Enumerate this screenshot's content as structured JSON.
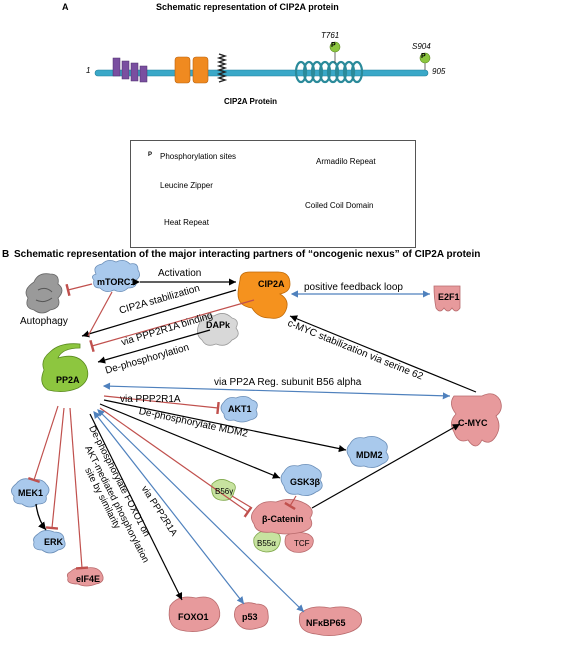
{
  "panel_a": {
    "letter": "A",
    "title": "Schematic representation of CIP2A protein",
    "start": "1",
    "end": "905",
    "site1": "T761",
    "site2": "S904",
    "protein_label": "CIP2A Protein",
    "p_glyph": "P"
  },
  "legend": {
    "phospho": "Phosphorylation sites",
    "armadillo": "Armadilo Repeat",
    "leucine": "Leucine Zipper",
    "coiled": "Coiled Coil Domain",
    "heat": "Heat Repeat"
  },
  "panel_b": {
    "letter": "B",
    "title": "Schematic representation of the major interacting partners of “oncogenic nexus” of CIP2A protein"
  },
  "nodes": {
    "mtorc1": "mTORC1",
    "cip2a": "CIP2A",
    "e2f1": "E2F1",
    "autophagy": "Autophagy",
    "dapk": "DAPk",
    "pp2a": "PP2A",
    "akt1": "AKT1",
    "cmyc": "C-MYC",
    "mdm2": "MDM2",
    "gsk3b": "GSK3β",
    "b56g": "B56γ",
    "bcat": "β-Catenin",
    "b55a": "B55α",
    "tcf": "TCF",
    "mek1": "MEK1",
    "erk": "ERK",
    "eif4e": "eIF4E",
    "foxo1": "FOXO1",
    "p53": "p53",
    "nfkb": "NFκBP65"
  },
  "edges": {
    "activation": "Activation",
    "cip2a_stab": "CIP2A stabilization",
    "via_pp2r1a_binding": "via PPP2R1A binding",
    "pos_feedback": "positive feedback loop",
    "cmyc_stab": "c-MYC stabilization via serine 62",
    "dephos": "De-phosphorylation",
    "via_b56": "via PP2A  Reg. subunit B56 alpha",
    "via_ppp2r1a": "via PPP2R1A",
    "dephos_mdm2": "De-phosphorylate MDM2",
    "site_sim": "site by similarity",
    "akt_med": "AKT-mediated phosphorylation",
    "dephos_foxo1": "De-phosphorylate FOXO1 on",
    "via_ppp2r1a_2": "via PPP2R1A"
  },
  "colors": {
    "backbone": "#3aa8c8",
    "armadillo": "#7a4fa0",
    "heat": "#f08a20",
    "coil": "#3a9fb0",
    "phospho": "#8cc63f",
    "cip2a": "#f5921e",
    "pp2a": "#8dc63f",
    "target_pink": "#e79a9c",
    "target_blue": "#a9c9ec",
    "inhibit": "#c0504d",
    "blue_arrow": "#4f81bd"
  }
}
